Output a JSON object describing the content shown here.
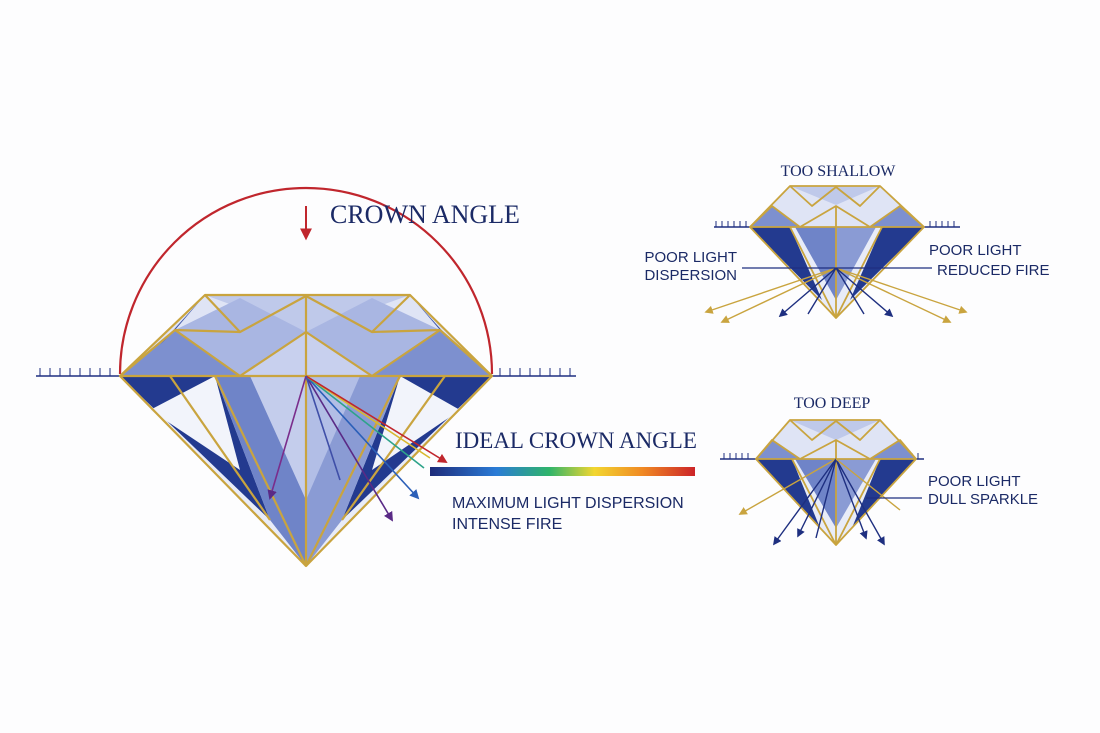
{
  "main": {
    "title": "CROWN ANGLE",
    "ideal_title": "IDEAL CROWN ANGLE",
    "ideal_line1": "MAXIMUM LIGHT DISPERSION",
    "ideal_line2": "INTENSE FIRE"
  },
  "shallow": {
    "title": "TOO SHALLOW",
    "left_line1": "POOR LIGHT",
    "left_line2": "DISPERSION",
    "right_line1": "POOR LIGHT",
    "right_line2": "REDUCED FIRE"
  },
  "deep": {
    "title": "TOO DEEP",
    "right_line1": "POOR LIGHT",
    "right_line2": "DULL SPARKLE"
  },
  "colors": {
    "navy": "#1e2f80",
    "gold": "#c9a43f",
    "red": "#c0262d",
    "text": "#1b2a66",
    "facet_dark": "#233a8f",
    "facet_mid": "#6f84c8",
    "facet_light": "#c4cdec",
    "facet_pale": "#e6eaf7"
  }
}
